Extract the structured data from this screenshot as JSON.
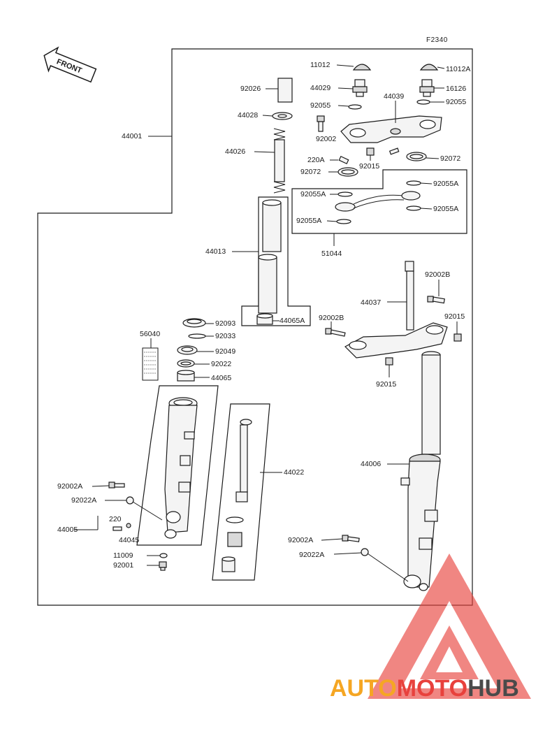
{
  "figure_code": "F2340",
  "front_label": "FRONT",
  "watermark": {
    "part1": "AUTO",
    "part2": "MOTO",
    "part3": "HUB",
    "color1": "#f5a623",
    "color2": "#e8413c",
    "color3": "#4a4a4a"
  },
  "labels": {
    "p11012": "11012",
    "p11012A": "11012A",
    "p44029": "44029",
    "p16126": "16126",
    "p92055_l": "92055",
    "p92055_r": "92055",
    "p44039": "44039",
    "p92026": "92026",
    "p44028": "44028",
    "p44001": "44001",
    "p44026": "44026",
    "p92002_top": "92002",
    "p220A": "220A",
    "p92015_top": "92015",
    "p92072_l": "92072",
    "p92072_r": "92072",
    "p92055A_1": "92055A",
    "p92055A_2": "92055A",
    "p92055A_3": "92055A",
    "p92055A_4": "92055A",
    "p51044": "51044",
    "p44013": "44013",
    "p92002B_r": "92002B",
    "p44037": "44037",
    "p92015_r": "92015",
    "p92002B_l": "92002B",
    "p44065A": "44065A",
    "p92093": "92093",
    "p92033": "92033",
    "p56040": "56040",
    "p92049": "92049",
    "p92022": "92022",
    "p44065": "44065",
    "p92015_b": "92015",
    "p44022": "44022",
    "p44006": "44006",
    "p92002A_l": "92002A",
    "p92022A_l": "92022A",
    "p220": "220",
    "p44005": "44005",
    "p44045": "44045",
    "p11009": "11009",
    "p92001": "92001",
    "p92002A_r": "92002A",
    "p92022A_r": "92022A"
  }
}
